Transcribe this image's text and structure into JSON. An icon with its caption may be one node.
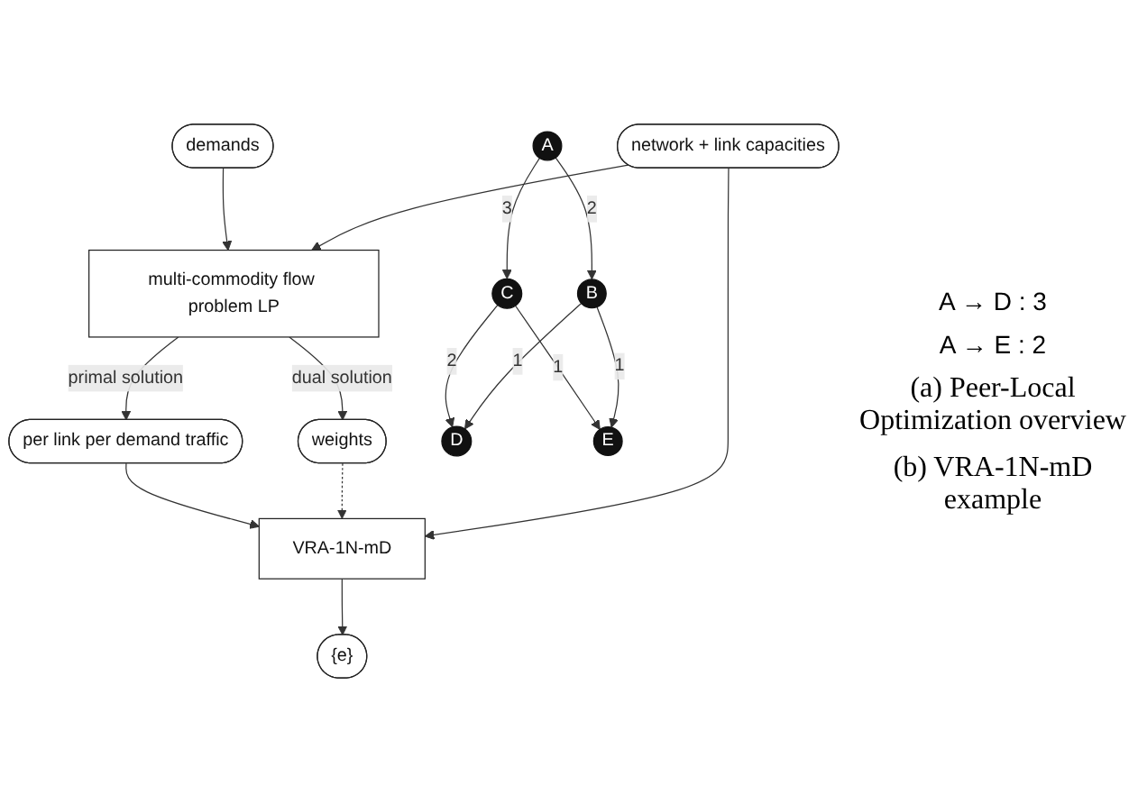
{
  "diagram": {
    "nodes": [
      {
        "text": [
          "network + link capacities"
        ]
      },
      {
        "text": [
          "demands"
        ]
      },
      {
        "text": [
          "multi-commodity flow problem LP"
        ]
      },
      {
        "text": [
          "weights"
        ]
      },
      {
        "text": [
          "per link per demand traffic"
        ]
      },
      {
        "text": [
          "VRA-1N-mD"
        ]
      },
      {
        "text": [
          "{e}"
        ]
      },
      {
        "text": [
          "A"
        ]
      },
      {
        "text": [
          "B"
        ]
      },
      {
        "text": [
          "C"
        ]
      },
      {
        "text": [
          "D"
        ]
      },
      {
        "text": [
          "E"
        ]
      }
    ],
    "edges": [
      {
        "from": 0,
        "to": 2,
        "arrow": "to"
      },
      {
        "from": 1,
        "to": 2,
        "arrow": "to"
      },
      {
        "from": 0,
        "to": 5,
        "arrow": "to"
      },
      {
        "from": 2,
        "to": 3,
        "arrow": "to",
        "label": "dual solution"
      },
      {
        "from": 2,
        "to": 4,
        "arrow": "to",
        "label": "primal solution"
      },
      {
        "from": 3,
        "to": 5,
        "arrow": "to",
        "style": "dashed"
      },
      {
        "from": 4,
        "to": 5,
        "arrow": "to"
      },
      {
        "from": 5,
        "to": 6,
        "arrow": "to"
      },
      {
        "from": 7,
        "to": 8,
        "arrow": "to",
        "label": "2"
      },
      {
        "from": 7,
        "to": 9,
        "arrow": "to",
        "label": "3"
      },
      {
        "from": 8,
        "to": 10,
        "arrow": "to",
        "label": "1"
      },
      {
        "from": 8,
        "to": 11,
        "arrow": "to",
        "label": "1"
      },
      {
        "from": 9,
        "to": 10,
        "arrow": "to",
        "label": "2"
      },
      {
        "from": 9,
        "to": 11,
        "arrow": "to",
        "label": "1"
      }
    ],
    "labels": [
      "A → D : 3",
      "A → E : 2",
      "(a) Peer-Local Optimization overview",
      "(b) VRA-1N-mD example"
    ]
  }
}
